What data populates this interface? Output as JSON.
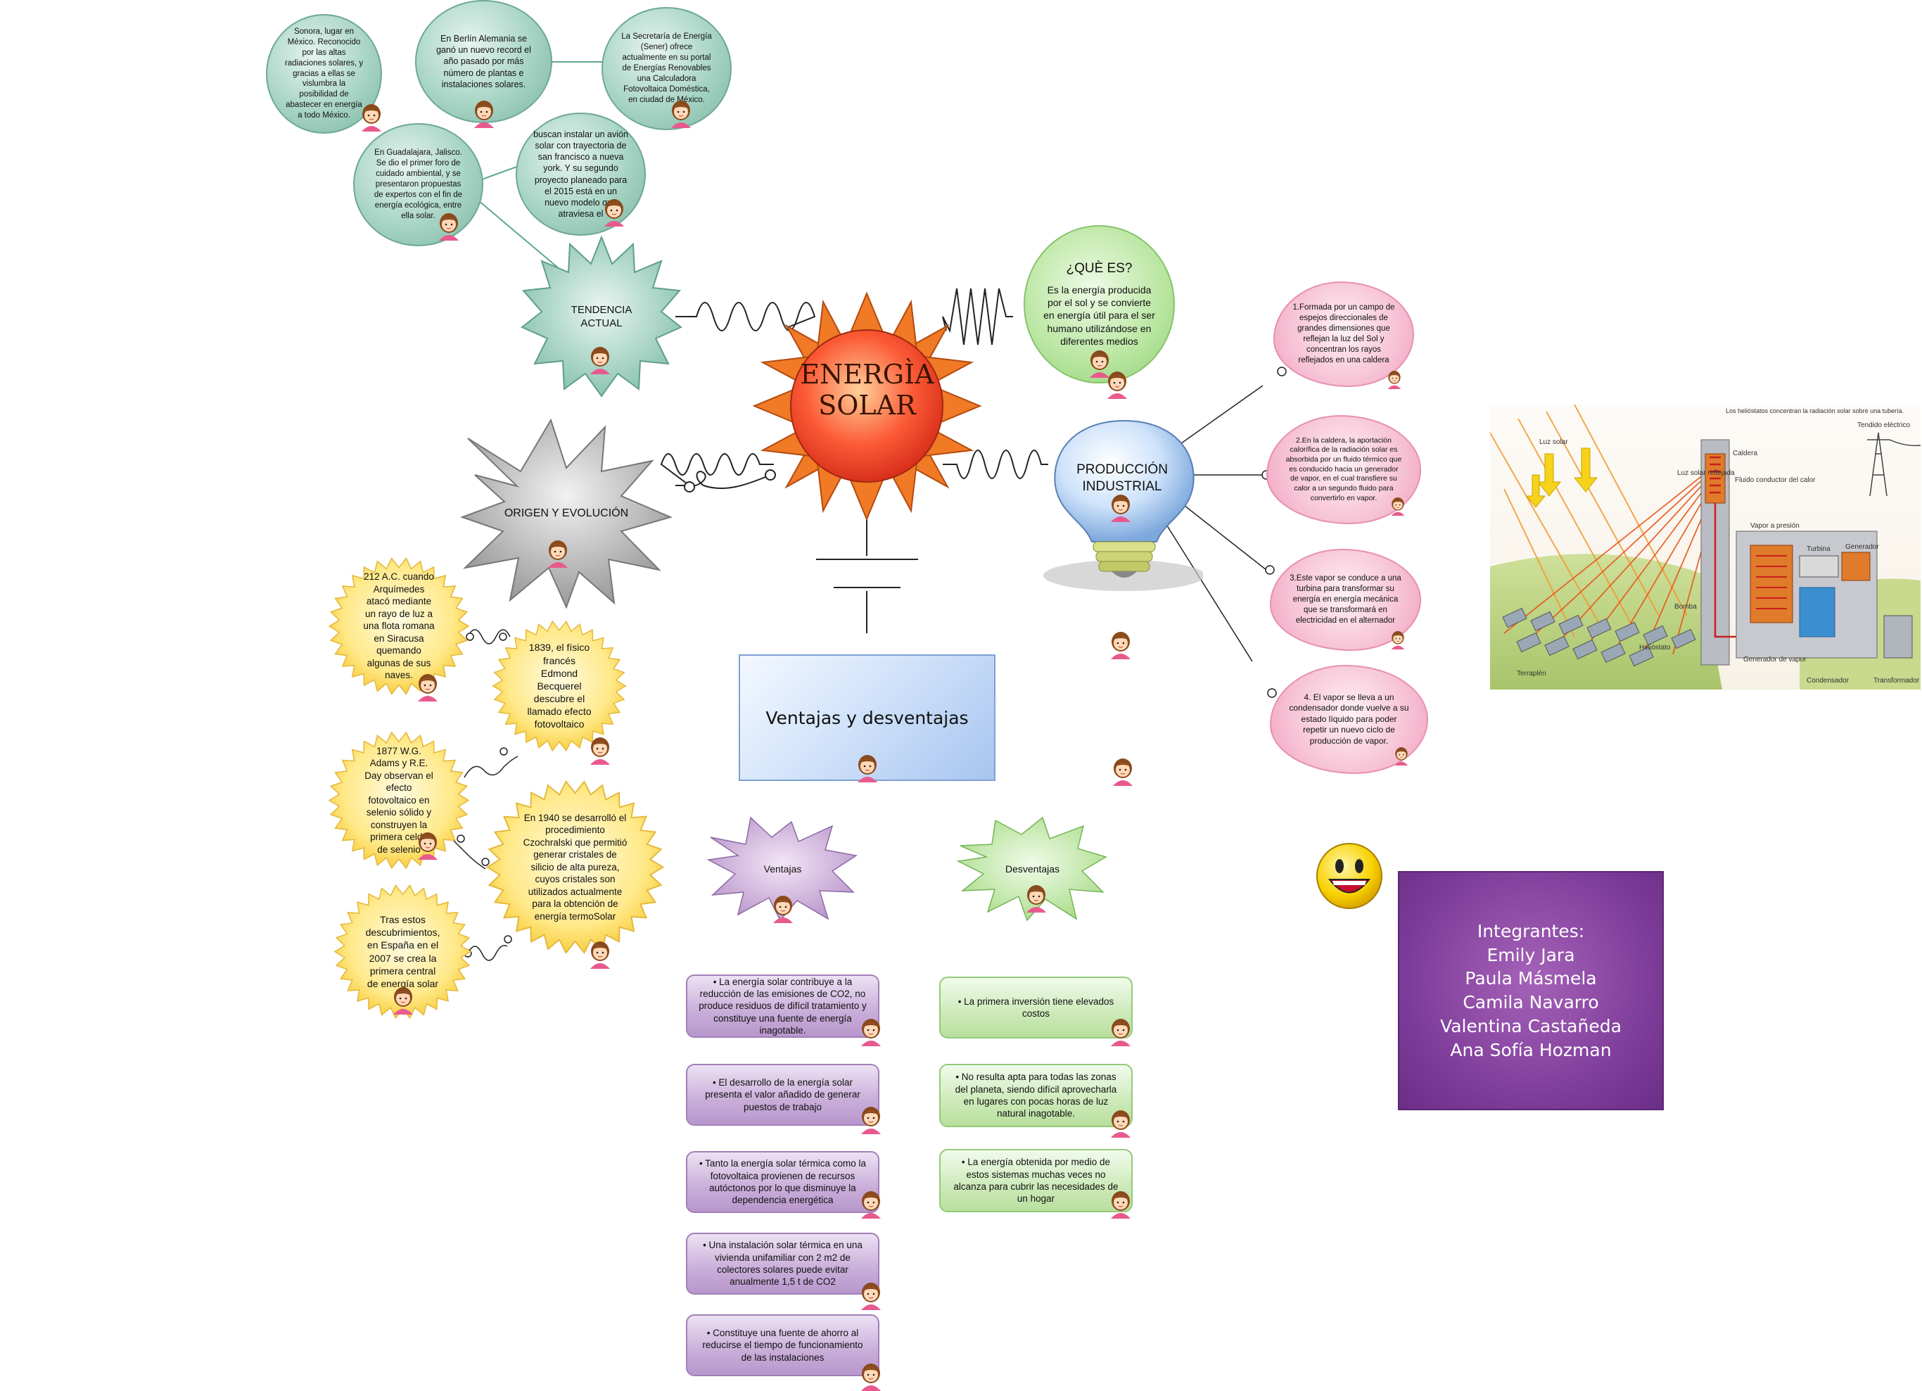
{
  "center": {
    "title": "ENERGÌA SOLAR"
  },
  "que_es": {
    "title": "¿QUÈ ES?",
    "text": "Es la energía producida por el sol y se convierte en energía útil para el ser humano utilizándose en diferentes medios"
  },
  "tendencia": {
    "label": "TENDENCIA ACTUAL",
    "items": [
      "Sonora, lugar en México. Reconocido por las altas radiaciones solares, y gracias a ellas se vislumbra la posibilidad de abastecer en energía a todo México.",
      "En Berlín Alemania se ganó un nuevo record el año pasado por más número de plantas e instalaciones solares.",
      "La Secretaría de Energía (Sener) ofrece actualmente en su portal de Energías Renovables una Calculadora Fotovoltaica Doméstica, en ciudad de México.",
      "En Guadalajara, Jalisco. Se dio el primer foro de cuidado ambiental, y se presentaron propuestas de expertos con el fin de energía ecológica, entre ella solar.",
      "buscan instalar un avión solar con trayectoria de san francisco a nueva york. Y su segundo proyecto planeado para el 2015 está en un nuevo modelo que atraviesa el"
    ]
  },
  "origen": {
    "label": "ORIGEN Y EVOLUCIÓN",
    "items": [
      "212 A.C. cuando Arquímedes atacó mediante un rayo de luz a una flota romana en Siracusa quemando algunas de sus naves.",
      "1839, el físico francés Edmond Becquerel descubre el llamado efecto fotovoltaico",
      "1877 W.G. Adams y R.E. Day observan el efecto fotovoltaico en selenio sólido y construyen la primera celda de selenio",
      "En 1940 se desarrolló el procedimiento Czochralski que permitió generar cristales de silicio de alta pureza, cuyos cristales son utilizados actualmente para la obtención de energía termoSolar",
      "Tras estos descubrimientos, en España en el 2007 se crea la primera central de energía solar"
    ]
  },
  "produccion": {
    "label": "PRODUCCIÓN INDUSTRIAL",
    "items": [
      "1.Formada por un campo de espejos direccionales de grandes dimensiones que reflejan la luz del Sol y concentran los rayos reflejados en una caldera",
      "2.En la caldera, la aportación calorífica de la radiación solar es absorbida por un fluido térmico que es conducido hacia un generador de vapor, en el cual transfiere su calor a un segundo fluido para convertirlo en vapor.",
      "3.Este vapor se conduce a una turbina para transformar su energía en energía mecánica que se transformará en electricidad en el alternador",
      "4.   El vapor se lleva a un condensador donde vuelve a su estado líquido para poder repetir un nuevo ciclo de producción de vapor."
    ]
  },
  "ventajas_desventajas": {
    "label": "Ventajas y desventajas",
    "ventajas_label": "Ventajas",
    "desventajas_label": "Desventajas",
    "ventajas": [
      "•   La energía solar contribuye a la reducción de las emisiones de CO2, no produce residuos de difícil tratamiento y constituye una fuente de energía inagotable.",
      "•   El desarrollo de la energía solar presenta el valor añadido de generar puestos de trabajo",
      "•   Tanto la energía solar térmica como la fotovoltaica provienen de recursos autóctonos por lo que disminuye la dependencia energética",
      "•   Una instalación solar térmica en una vivienda unifamiliar con 2 m2 de colectores solares puede evitar anualmente 1,5 t de CO2",
      "•   Constituye una fuente de ahorro al reducirse el tiempo de funcionamiento de las instalaciones"
    ],
    "desventajas": [
      "• La primera inversión tiene elevados costos",
      "•   No resulta apta para todas las zonas del planeta, siendo difícil aprovecharla en lugares con pocas horas de luz natural inagotable.",
      "•   La energía obtenida por medio de estos sistemas muchas veces no alcanza para cubrir las necesidades de un hogar"
    ]
  },
  "diagram": {
    "top_label": "Los helióstatos concentran la radiación solar sobre una tubería.",
    "labels": [
      "Luz solar",
      "Luz solar reflejada",
      "Caldera",
      "Fluido conductor del calor",
      "Vapor a presión",
      "Turbina",
      "Generador",
      "Tendido eléctrico",
      "Bomba",
      "Helióstato",
      "Terraplén",
      "Generador de vapor",
      "Condensador",
      "Transformador"
    ]
  },
  "integrantes": {
    "title": "Integrantes:",
    "names": [
      "Emily Jara",
      "Paula Másmela",
      "Camila Navarro",
      "Valentina Castañeda",
      "Ana Sofía Hozman"
    ]
  },
  "colors": {
    "sun": "#f07a25",
    "teal": "#a7d4c4",
    "seal": "#ffe57a",
    "cloud": "#f6bfd3",
    "purple": "#7b3a97"
  }
}
